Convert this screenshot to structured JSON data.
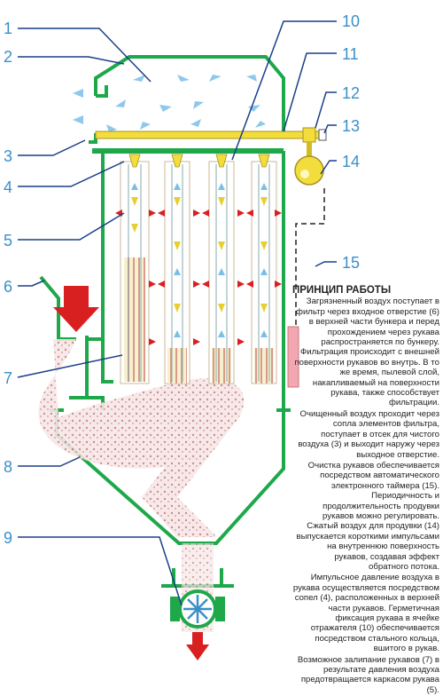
{
  "callouts": [
    "1",
    "2",
    "3",
    "4",
    "5",
    "6",
    "7",
    "8",
    "9",
    "10",
    "11",
    "12",
    "13",
    "14",
    "15"
  ],
  "principle": {
    "title": "ПРИНЦИП РАБОТЫ",
    "paragraphs": [
      "Загрязненный воздух поступает в фильтр через входное отверстие (6) в верхней части бункера и перед прохождением через рукава распространяется по бункеру. Фильтрация происходит с внешней поверхности рукавов во внутрь. В то же время, пылевой слой, накапливаемый на поверхности рукава, также способствует фильтрации.",
      "Очищенный воздух проходит через сопла элементов фильтра, поступает в отсек для чистого воздуха (3) и выходит наружу через выходное отверстие.",
      "Очистка рукавов обеспечивается посредством автоматического электронного таймера (15). Периодичность и продолжительность продувки рукавов можно регулировать. Сжатый воздух для продувки (14) выпускается короткими импульсами на внутреннюю поверхность рукавов, создавая эффект обратного потока.",
      "Импульсное давление воздуха в рукава осуществляется посредством сопел (4), расположенных в верхней части рукавов. Герметичная фиксация рукава в ячейке отражателя (10) обеспечивается посредством стального кольца, вшитого в рукав.",
      "Возможное залипание рукавов (7) в результате давления воздуха предотвращается каркасом рукава (5)."
    ]
  },
  "colors": {
    "housing": "#1ea84a",
    "callout": "#3a8fc8",
    "header_pipe": "#f2dd3c",
    "inlet_arrow": "#d92020",
    "dust": "#d9a4a4",
    "timer": "#f2a7b3"
  },
  "icons": [
    "inlet-arrow-icon",
    "outlet-arrow-icon",
    "rotary-valve-icon",
    "air-flow-arrow-icon"
  ]
}
